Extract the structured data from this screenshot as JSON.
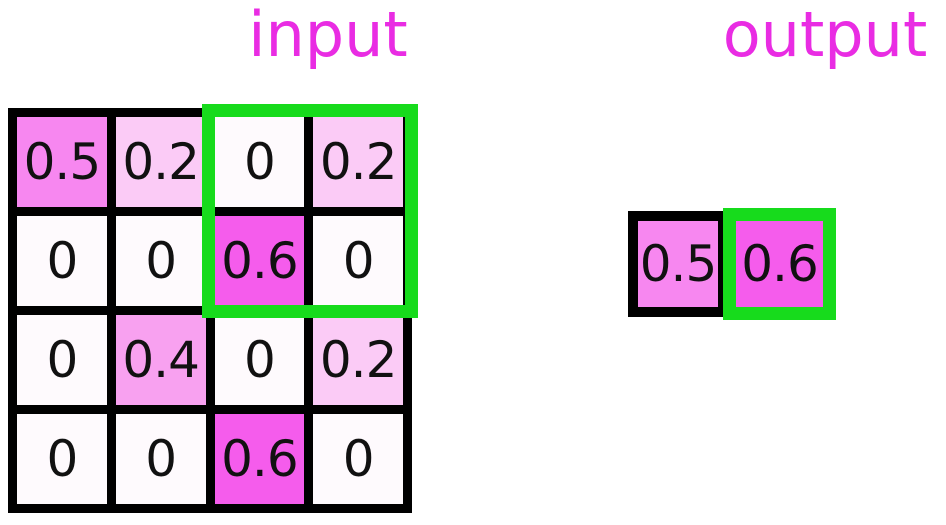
{
  "titles": {
    "input": "input",
    "output": "output"
  },
  "colors": {
    "title_text": "#E92CE3",
    "grid_line": "#000000",
    "highlight_green": "#17DB1C",
    "cell_text": "#111111",
    "value_scale": {
      "0": "#FEFAFD",
      "0.2": "#FBCBF6",
      "0.4": "#F8A1F0",
      "0.5": "#F787F0",
      "0.6": "#F55CEC"
    }
  },
  "input_grid": {
    "values": [
      [
        0.5,
        0.2,
        0,
        0.2
      ],
      [
        0,
        0,
        0.6,
        0
      ],
      [
        0,
        0.4,
        0,
        0.2
      ],
      [
        0,
        0,
        0.6,
        0
      ]
    ],
    "highlight_window": {
      "rows": [
        0,
        1
      ],
      "cols": [
        2,
        3
      ]
    },
    "cells": [
      {
        "label": "0.5",
        "color": "#F787F0"
      },
      {
        "label": "0.2",
        "color": "#FBCBF6"
      },
      {
        "label": "0",
        "color": "#FEFAFD"
      },
      {
        "label": "0.2",
        "color": "#FBCBF6"
      },
      {
        "label": "0",
        "color": "#FEFAFD"
      },
      {
        "label": "0",
        "color": "#FEFAFD"
      },
      {
        "label": "0.6",
        "color": "#F55CEC"
      },
      {
        "label": "0",
        "color": "#FEFAFD"
      },
      {
        "label": "0",
        "color": "#FEFAFD"
      },
      {
        "label": "0.4",
        "color": "#F8A1F0"
      },
      {
        "label": "0",
        "color": "#FEFAFD"
      },
      {
        "label": "0.2",
        "color": "#FBCBF6"
      },
      {
        "label": "0",
        "color": "#FEFAFD"
      },
      {
        "label": "0",
        "color": "#FEFAFD"
      },
      {
        "label": "0.6",
        "color": "#F55CEC"
      },
      {
        "label": "0",
        "color": "#FEFAFD"
      }
    ]
  },
  "output": {
    "cells": [
      {
        "label": "0.5",
        "value": 0.5,
        "color": "#F787F0",
        "border": "#000000",
        "highlighted": false
      },
      {
        "label": "0.6",
        "value": 0.6,
        "color": "#F55CEC",
        "border": "#17DB1C",
        "highlighted": true
      }
    ]
  }
}
